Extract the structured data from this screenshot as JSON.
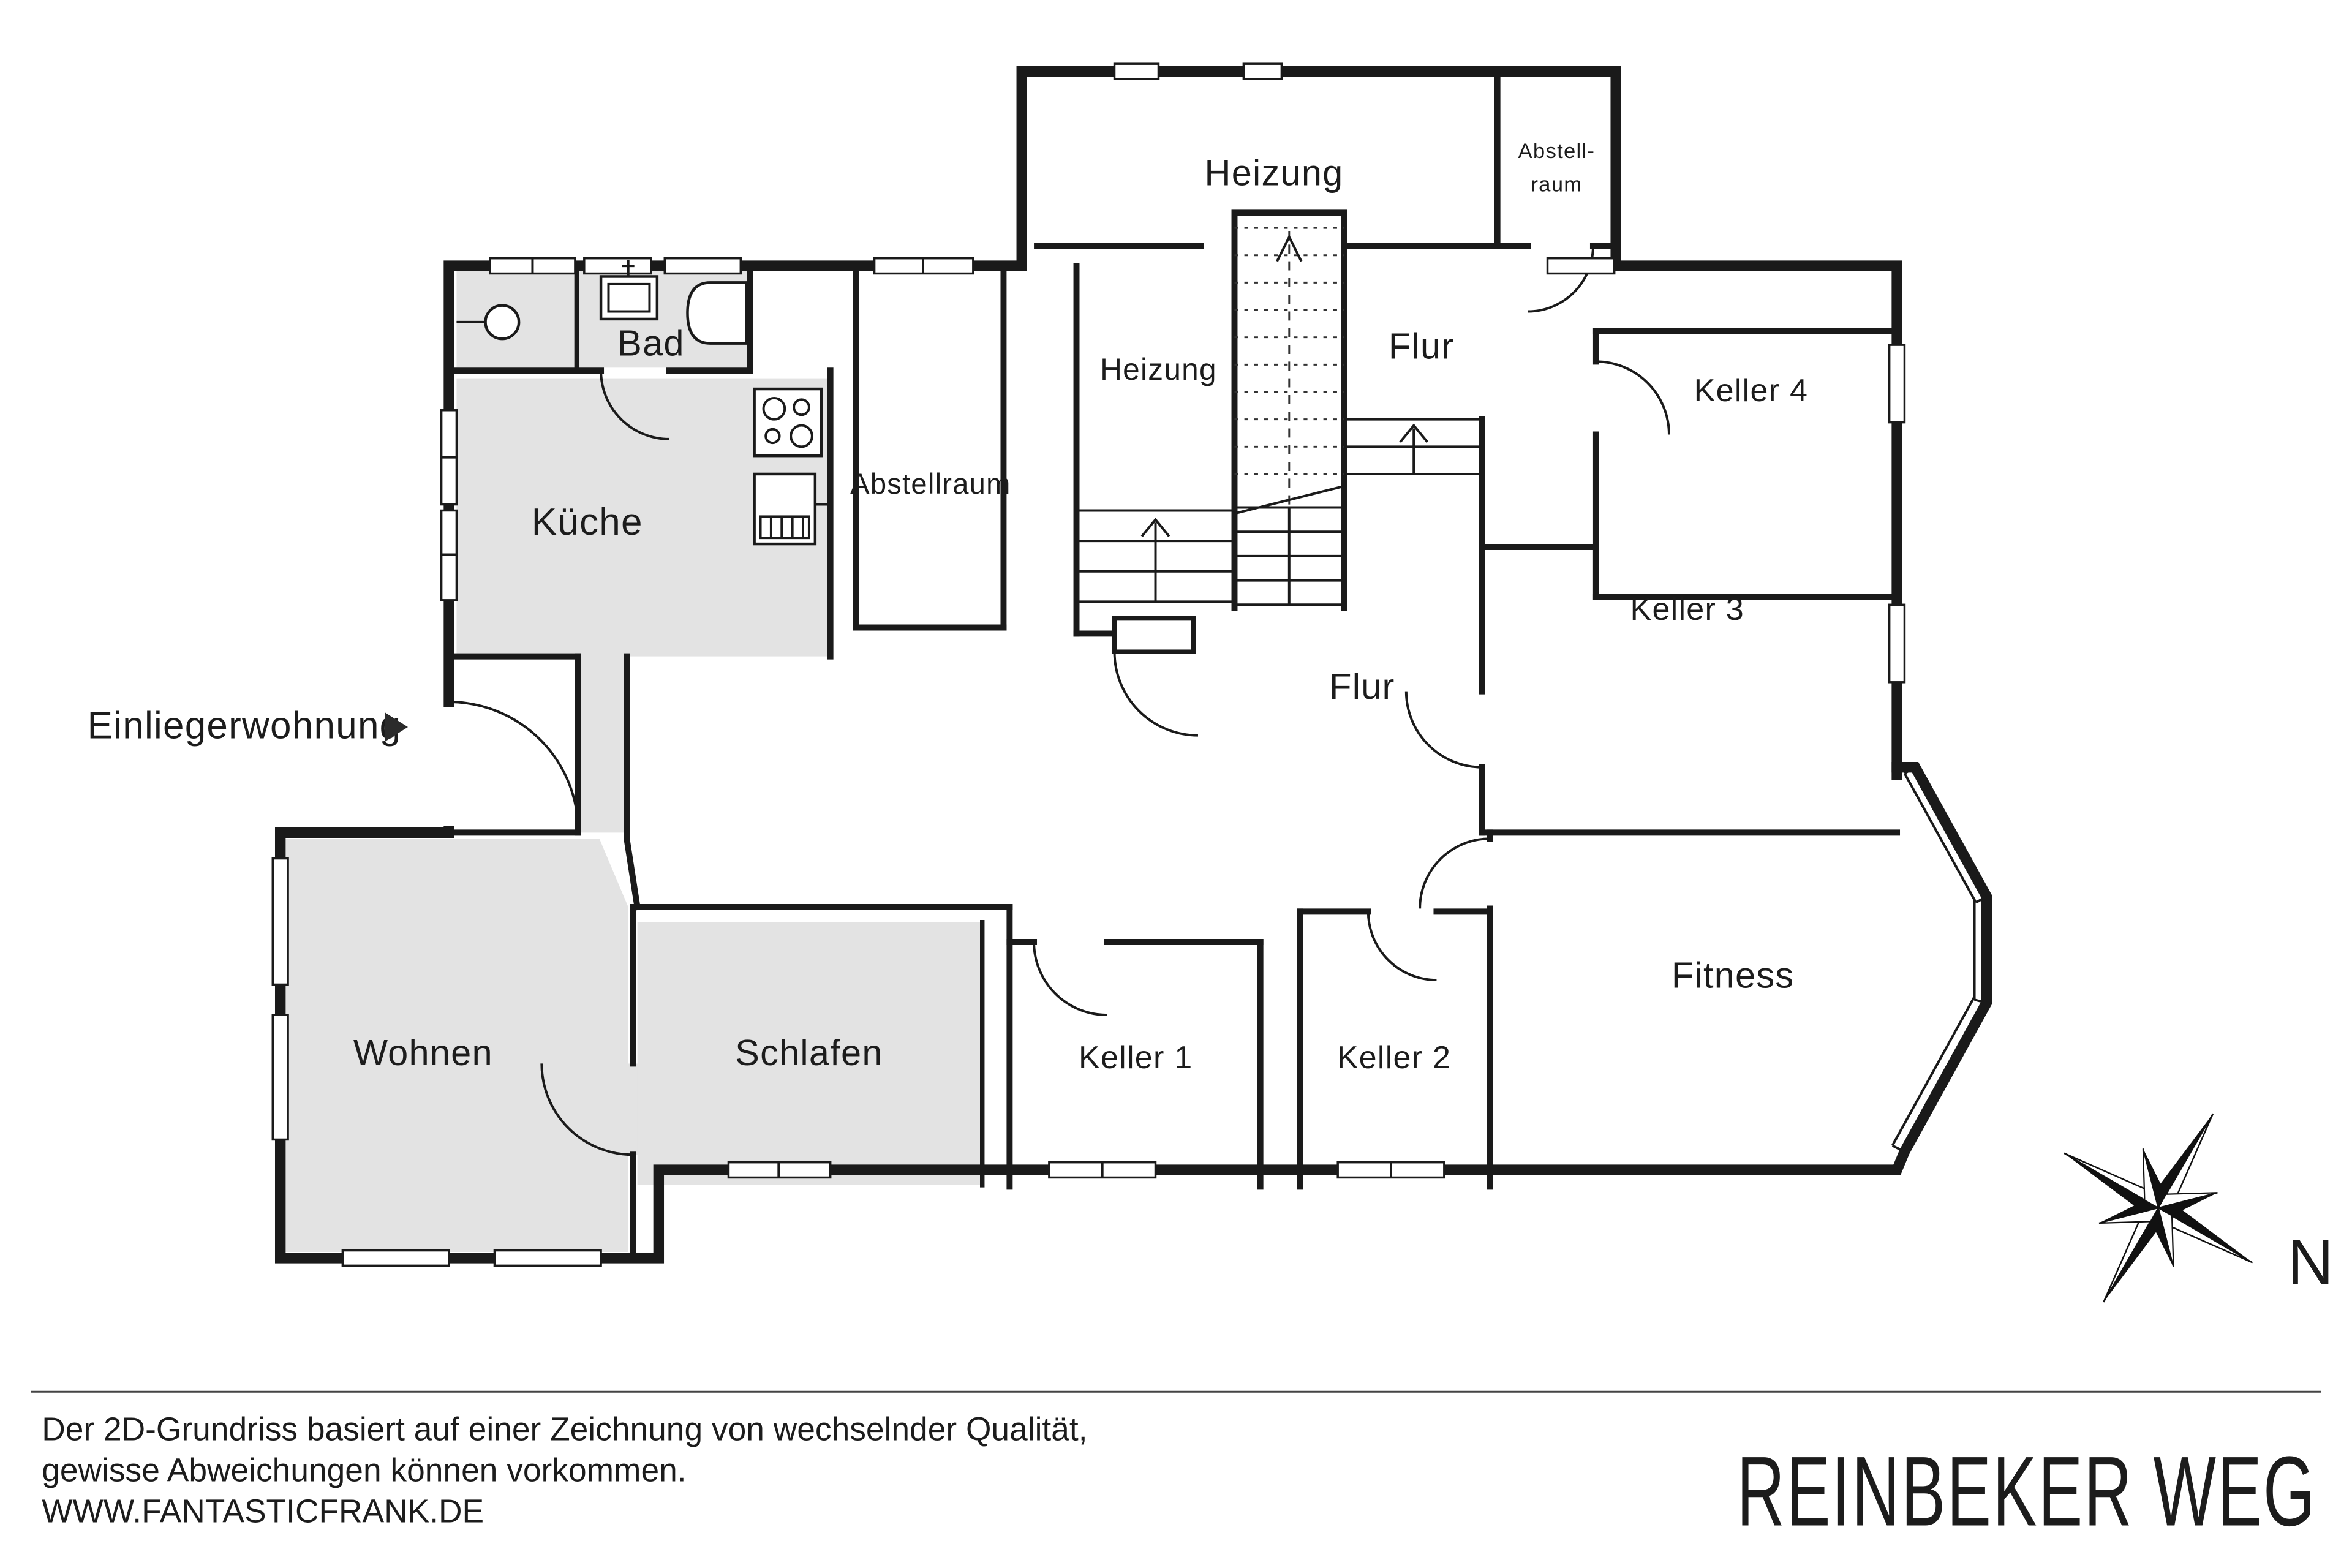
{
  "title": {
    "text": "REINBEKER WEG"
  },
  "footer": {
    "line1": "Der 2D-Grundriss basiert auf einer Zeichnung von wechselnder Qualität,",
    "line2": "gewisse Abweichungen können vorkommen.",
    "line3": "WWW.FANTASTICFRANK.DE"
  },
  "annotation": {
    "label": "Einliegerwohnung"
  },
  "compass": {
    "north_label": "N"
  },
  "colors": {
    "wall": "#1a1a1a",
    "room_fill": "#e3e3e3",
    "background": "#ffffff"
  },
  "rooms": [
    {
      "id": "heizung-top",
      "label": "Heizung"
    },
    {
      "id": "abstellraum-top",
      "label": "Abstell-",
      "label2": "raum"
    },
    {
      "id": "bad",
      "label": "Bad"
    },
    {
      "id": "kueche",
      "label": "Küche"
    },
    {
      "id": "abstellraum",
      "label": "Abstellraum"
    },
    {
      "id": "heizung",
      "label": "Heizung"
    },
    {
      "id": "flur-upper",
      "label": "Flur"
    },
    {
      "id": "keller-4",
      "label": "Keller 4"
    },
    {
      "id": "keller-3",
      "label": "Keller 3"
    },
    {
      "id": "flur",
      "label": "Flur"
    },
    {
      "id": "fitness",
      "label": "Fitness"
    },
    {
      "id": "keller-2",
      "label": "Keller 2"
    },
    {
      "id": "keller-1",
      "label": "Keller 1"
    },
    {
      "id": "schlafen",
      "label": "Schlafen"
    },
    {
      "id": "wohnen",
      "label": "Wohnen"
    }
  ]
}
